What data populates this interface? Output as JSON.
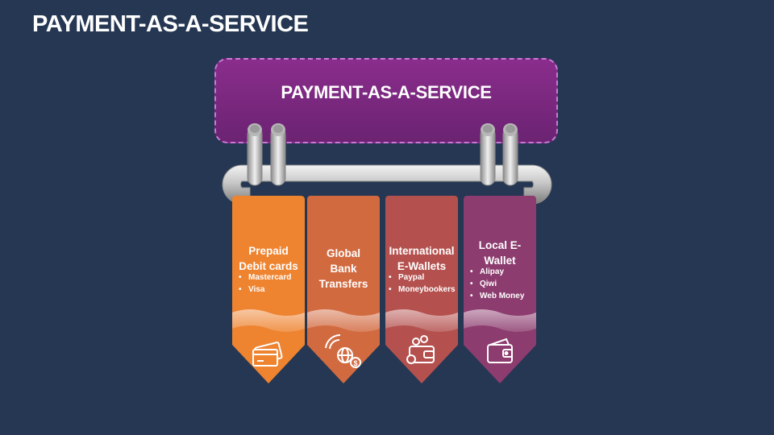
{
  "slide": {
    "title": "PAYMENT-AS-A-SERVICE"
  },
  "header": {
    "text": "PAYMENT-AS-A-SERVICE"
  },
  "colors": {
    "background": "#253752",
    "header_fill": "#7a2880",
    "header_border": "#c77ad6",
    "card1": "#ee8330",
    "card2": "#d26a40",
    "card3": "#b4514e",
    "card4": "#8c3c6e"
  },
  "cards": [
    {
      "title_lines": [
        "Prepaid",
        "Debit cards"
      ],
      "bullets": [
        "Mastercard",
        "Visa"
      ],
      "icon": "credit-cards-icon"
    },
    {
      "title_lines": [
        "Global",
        "Bank",
        "Transfers"
      ],
      "bullets": [],
      "icon": "global-transfer-icon"
    },
    {
      "title_lines": [
        "International",
        "E-Wallets"
      ],
      "bullets": [
        "Paypal",
        "Moneybookers"
      ],
      "icon": "money-wallet-icon"
    },
    {
      "title_lines": [
        "Local E-",
        "Wallet"
      ],
      "bullets": [
        "Alipay",
        "Qiwi",
        "Web Money"
      ],
      "icon": "wallet-icon"
    }
  ]
}
